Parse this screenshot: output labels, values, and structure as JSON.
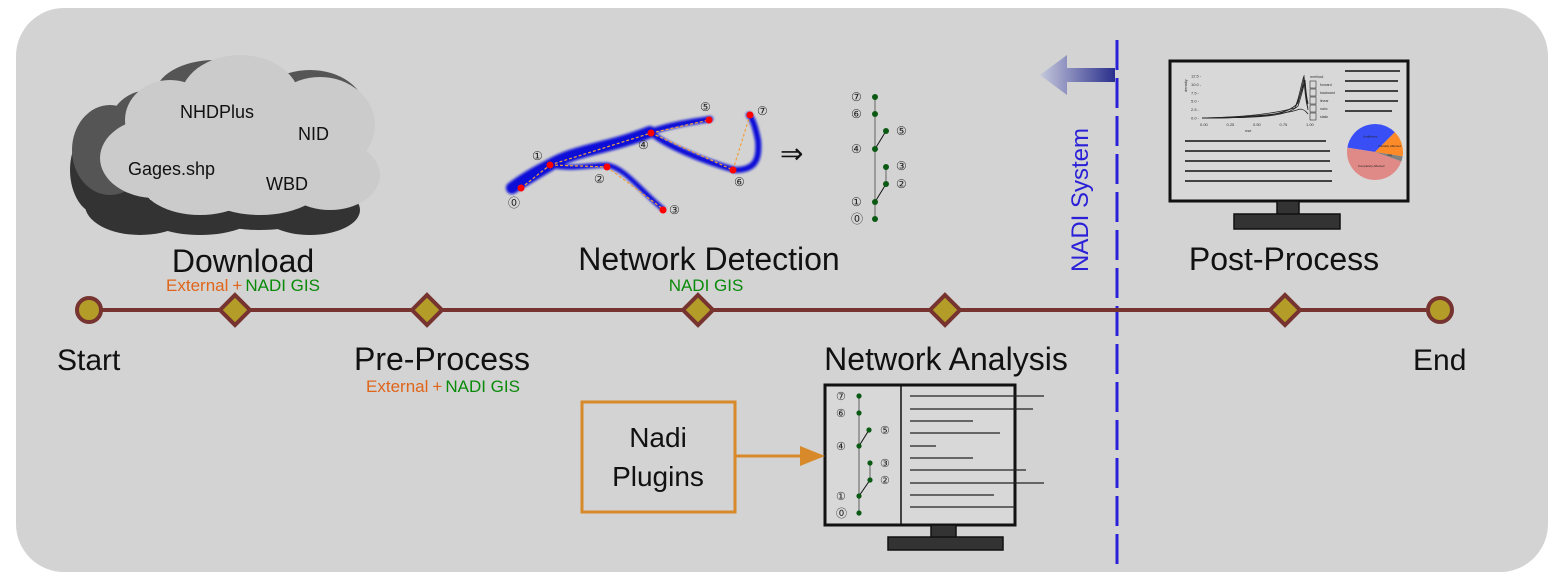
{
  "colors": {
    "background": "#d3d3d3",
    "timeline": "#76332f",
    "node_fill": "#b39c27",
    "external": "#e0651a",
    "nadi_gis": "#0a8a0a",
    "nadi_system": "#2a20d8",
    "plugin_box": "#d88a2a",
    "tree_node": "#0b5a14",
    "river": "#0a10d8",
    "gauge_point": "#ff0000",
    "dashed_link": "#f0a040"
  },
  "cloud": {
    "labels": [
      "NHDPlus",
      "NID",
      "Gages.shp",
      "WBD"
    ]
  },
  "timeline": {
    "start_label": "Start",
    "end_label": "End",
    "stages": [
      {
        "name": "Download",
        "tool_external": "External",
        "plus": "+",
        "tool_gis": "NADI GIS"
      },
      {
        "name": "Pre-Process",
        "tool_external": "External",
        "plus": "+",
        "tool_gis": "NADI GIS"
      },
      {
        "name": "Network Detection",
        "tool_gis": "NADI GIS"
      },
      {
        "name": "Network Analysis"
      },
      {
        "name": "Post-Process"
      }
    ]
  },
  "detection": {
    "arrow": "⇒",
    "node_labels": [
      "⓪",
      "①",
      "②",
      "③",
      "④",
      "⑤",
      "⑥",
      "⑦"
    ]
  },
  "nadi_system": {
    "label": "NADI System"
  },
  "plugins": {
    "line1": "Nadi",
    "line2": "Plugins"
  },
  "post_process_screen": {
    "density_plot": {
      "ylabel": "density",
      "xlabel": "nse",
      "yticks": [
        "12.5",
        "10.0",
        "7.5",
        "5.0",
        "2.5",
        "0.0"
      ],
      "xticks": [
        "0.00",
        "0.25",
        "0.50",
        "0.75",
        "1.00"
      ],
      "legend_title": "method",
      "legend": [
        "forward",
        "backward",
        "linear",
        "nahc",
        "static"
      ]
    },
    "pie": {
      "slices": [
        {
          "label": "Unaffected",
          "share": 0.35,
          "color": "#3a4ef5"
        },
        {
          "label": "Partially Affected",
          "share": 0.15,
          "color": "#fc8a28"
        },
        {
          "label": "Not",
          "share": 0.03,
          "color": "#808080"
        },
        {
          "label": "Completely Affected",
          "share": 0.47,
          "color": "#e08a88"
        }
      ]
    }
  }
}
